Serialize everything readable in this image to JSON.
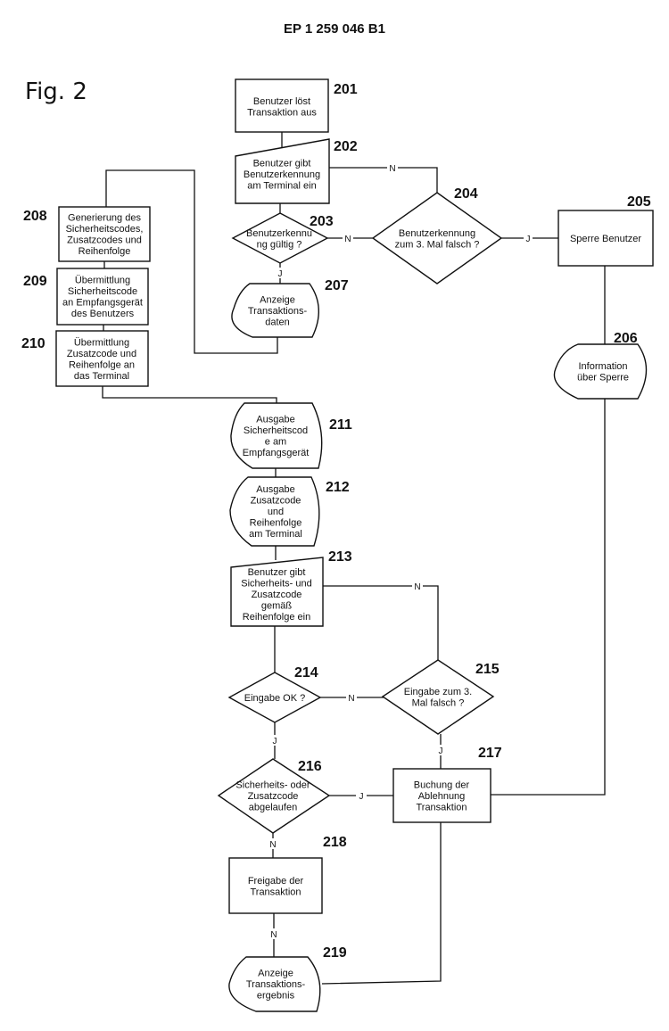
{
  "header": {
    "title": "EP 1 259 046 B1"
  },
  "figure": {
    "label": "Fig. 2"
  },
  "nodes": {
    "n201": {
      "id": "201",
      "type": "process",
      "lines": [
        "Benutzer löst",
        "Transaktion aus"
      ]
    },
    "n202": {
      "id": "202",
      "type": "manual-input",
      "lines": [
        "Benutzer gibt",
        "Benutzerkennung",
        "am Terminal ein"
      ]
    },
    "n203": {
      "id": "203",
      "type": "decision",
      "lines": [
        "Benutzerkennu",
        "ng gültig ?"
      ]
    },
    "n204": {
      "id": "204",
      "type": "decision",
      "lines": [
        "Benutzerkennung",
        "zum 3. Mal falsch ?"
      ]
    },
    "n205": {
      "id": "205",
      "type": "process",
      "lines": [
        "Sperre Benutzer"
      ]
    },
    "n206": {
      "id": "206",
      "type": "display",
      "lines": [
        "Information",
        "über Sperre"
      ]
    },
    "n207": {
      "id": "207",
      "type": "display",
      "lines": [
        "Anzeige",
        "Transaktions-",
        "daten"
      ]
    },
    "n208": {
      "id": "208",
      "type": "process",
      "lines": [
        "Generierung des",
        "Sicherheitscodes,",
        "Zusatzcodes und",
        "Reihenfolge"
      ]
    },
    "n209": {
      "id": "209",
      "type": "process",
      "lines": [
        "Übermittlung",
        "Sicherheitscode",
        "an Empfangsgerät",
        "des Benutzers"
      ]
    },
    "n210": {
      "id": "210",
      "type": "process",
      "lines": [
        "Übermittlung",
        "Zusatzcode und",
        "Reihenfolge an",
        "das Terminal"
      ]
    },
    "n211": {
      "id": "211",
      "type": "display",
      "lines": [
        "Ausgabe",
        "Sicherheitscod",
        "e am",
        "Empfangsgerät"
      ]
    },
    "n212": {
      "id": "212",
      "type": "display",
      "lines": [
        "Ausgabe",
        "Zusatzcode",
        "und",
        "Reihenfolge",
        "am Terminal"
      ]
    },
    "n213": {
      "id": "213",
      "type": "manual-input",
      "lines": [
        "Benutzer gibt",
        "Sicherheits- und",
        "Zusatzcode",
        "gemäß",
        "Reihenfolge ein"
      ]
    },
    "n214": {
      "id": "214",
      "type": "decision",
      "lines": [
        "Eingabe OK ?"
      ]
    },
    "n215": {
      "id": "215",
      "type": "decision",
      "lines": [
        "Eingabe zum 3.",
        "Mal falsch ?"
      ]
    },
    "n216": {
      "id": "216",
      "type": "decision",
      "lines": [
        "Sicherheits- oder",
        "Zusatzcode",
        "abgelaufen"
      ]
    },
    "n217": {
      "id": "217",
      "type": "process",
      "lines": [
        "Buchung der",
        "Ablehnung",
        "Transaktion"
      ]
    },
    "n218": {
      "id": "218",
      "type": "process",
      "lines": [
        "Freigabe der",
        "Transaktion"
      ]
    },
    "n219": {
      "id": "219",
      "type": "display",
      "lines": [
        "Anzeige",
        "Transaktions-",
        "ergebnis"
      ]
    }
  },
  "edge_labels": {
    "e202_204": "N",
    "e203_204": "N",
    "e204_205": "J",
    "e203_207": "J",
    "e213_215": "N",
    "e214_215": "N",
    "e214_216": "J",
    "e215_217": "J",
    "e216_217": "J",
    "e216_218": "N",
    "e218_219": "N"
  }
}
